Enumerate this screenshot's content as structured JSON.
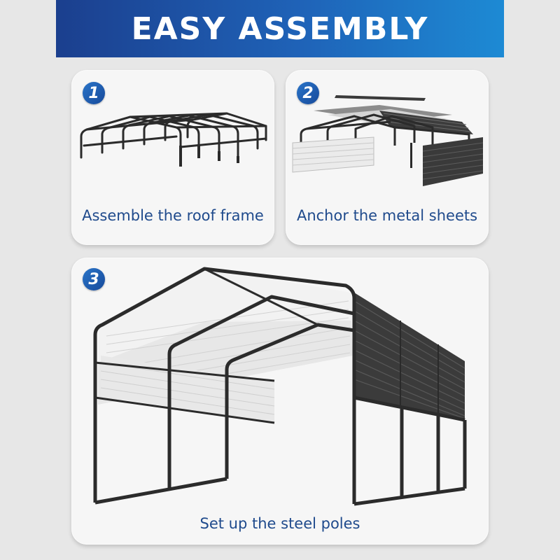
{
  "header": {
    "title": "EASY ASSEMBLY"
  },
  "steps": [
    {
      "number": "1",
      "caption": "Assemble the roof frame"
    },
    {
      "number": "2",
      "caption": "Anchor the metal sheets"
    },
    {
      "number": "3",
      "caption": "Set up the steel poles"
    }
  ],
  "colors": {
    "banner_start": "#1b3f8e",
    "banner_end": "#1d8ad4",
    "caption_text": "#1f4a8c",
    "badge": "#1f5fb0",
    "frame": "#2b2b2b"
  }
}
